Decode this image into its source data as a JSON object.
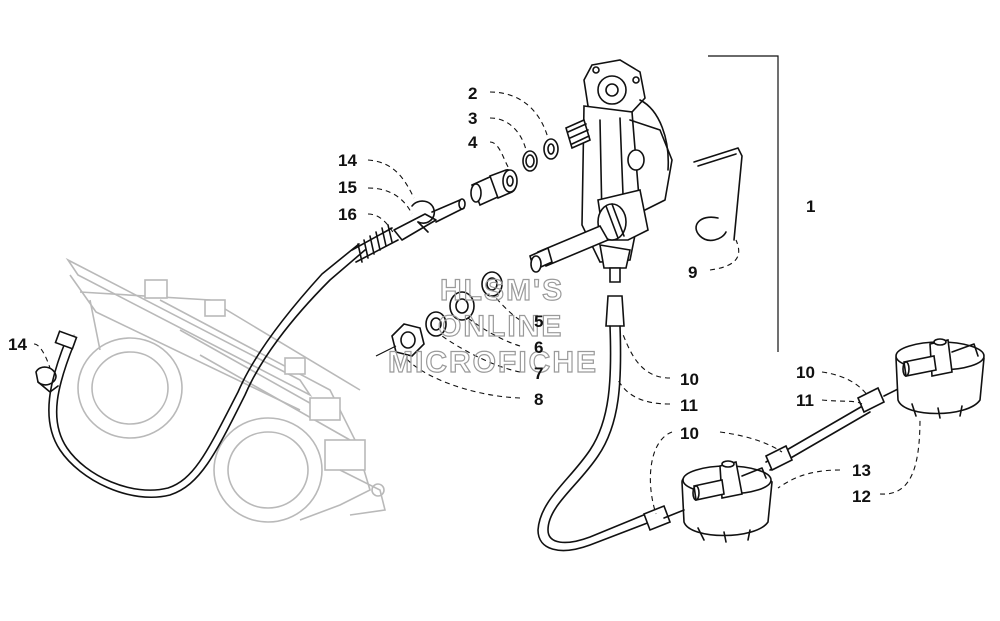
{
  "watermark": {
    "line1": "HLSM'S",
    "line2": "ONLINE",
    "line3": "MICROFICHE"
  },
  "callouts": {
    "c1": "1",
    "c2": "2",
    "c3": "3",
    "c4": "4",
    "c5": "5",
    "c6": "6",
    "c7": "7",
    "c8": "8",
    "c9": "9",
    "c10a": "10",
    "c10b": "10",
    "c10c": "10",
    "c11a": "11",
    "c11b": "11",
    "c12": "12",
    "c13": "13",
    "c14a": "14",
    "c14b": "14",
    "c15": "15",
    "c16": "16"
  }
}
